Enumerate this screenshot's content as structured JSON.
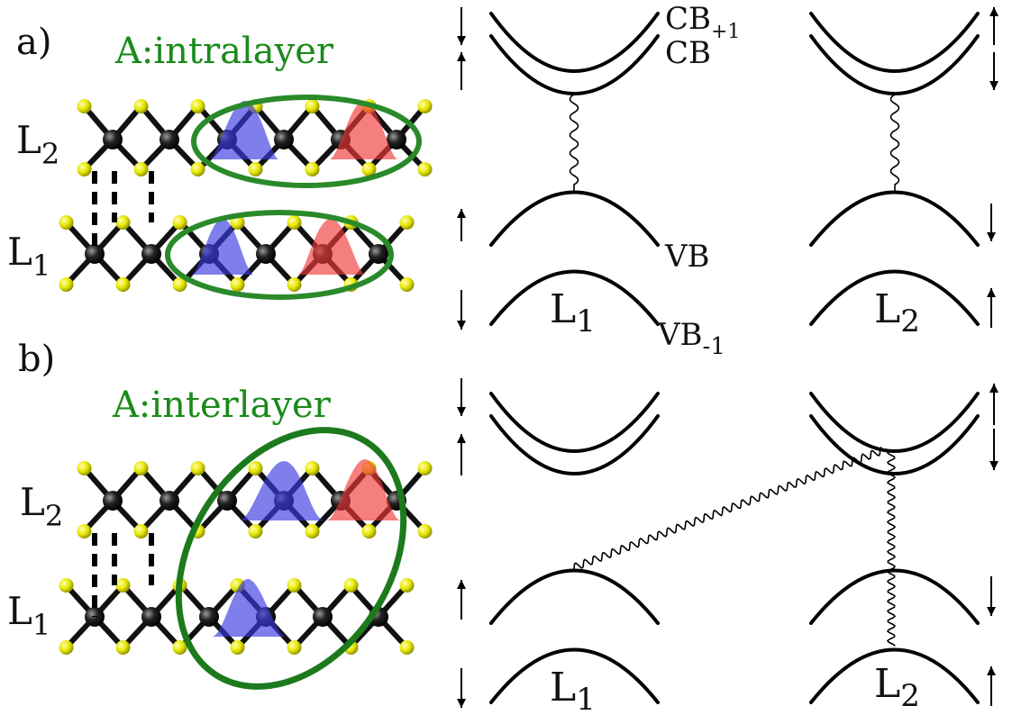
{
  "panels": [
    {
      "letter": "a)",
      "title": "A:intralayer",
      "layer_top": "L",
      "layer_top_sub": "2",
      "layer_bottom": "L",
      "layer_bottom_sub": "1",
      "band_left": "L",
      "band_left_sub": "1",
      "band_right": "L",
      "band_right_sub": "2",
      "cb_plus1": "CB",
      "cb_plus1_sub": "+1",
      "cb": "CB",
      "vb": "VB",
      "vb_minus1": "VB",
      "vb_minus1_sub": "-1"
    },
    {
      "letter": "b)",
      "title": "A:interlayer",
      "layer_top": "L",
      "layer_top_sub": "2",
      "layer_bottom": "L",
      "layer_bottom_sub": "1",
      "band_left": "L",
      "band_left_sub": "1",
      "band_right": "L",
      "band_right_sub": "2"
    }
  ],
  "colors": {
    "metal_atom": "#111111",
    "chalcogen_atom": "#e6e600",
    "ellipse": "#2a8a2a",
    "electron_density": "#ef3b3b",
    "hole_density": "#3a3ae0"
  }
}
